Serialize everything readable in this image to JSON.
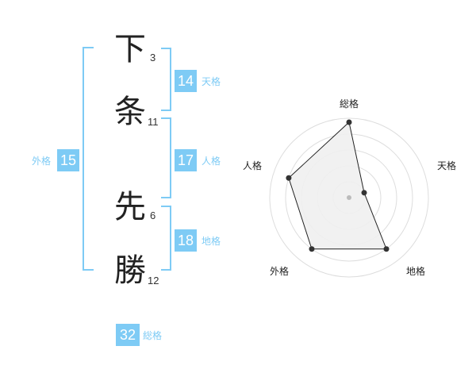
{
  "name": {
    "characters": [
      {
        "char": "下",
        "strokes": "3"
      },
      {
        "char": "条",
        "strokes": "11"
      },
      {
        "char": "先",
        "strokes": "6"
      },
      {
        "char": "勝",
        "strokes": "12"
      }
    ]
  },
  "fortune": {
    "tenkaku": {
      "value": "14",
      "label": "天格"
    },
    "jinkaku": {
      "value": "17",
      "label": "人格"
    },
    "chikaku": {
      "value": "18",
      "label": "地格"
    },
    "gaikaku": {
      "value": "15",
      "label": "外格"
    },
    "soukaku": {
      "value": "32",
      "label": "総格"
    }
  },
  "radar": {
    "axes": [
      "総格",
      "天格",
      "地格",
      "外格",
      "人格"
    ],
    "levels": 5,
    "values": [
      0.95,
      0.2,
      0.8,
      0.8,
      0.8
    ],
    "fill_color": "#f0f0f0",
    "line_color": "#222222",
    "grid_color": "#dddddd"
  }
}
